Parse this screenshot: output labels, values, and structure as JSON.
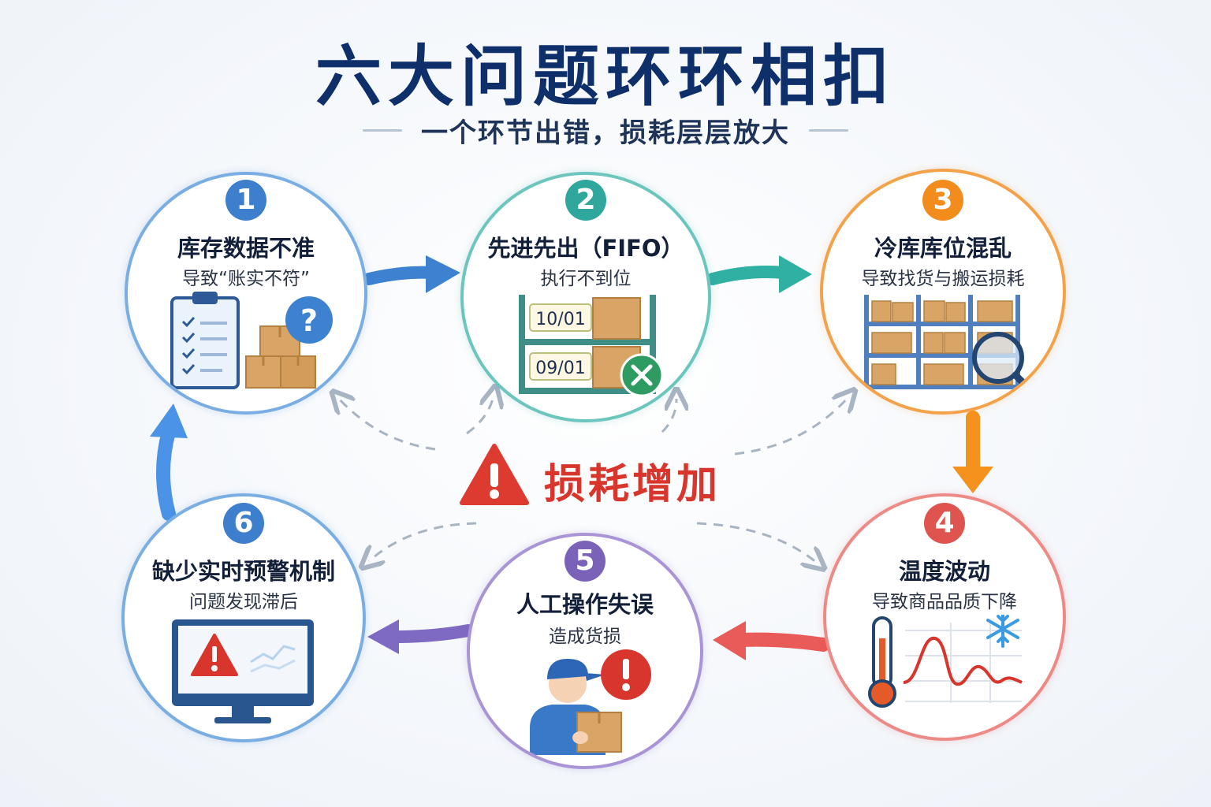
{
  "title": "六大问题环环相扣",
  "subtitle": "一个环节出错，损耗层层放大",
  "center": {
    "label": "损耗增加",
    "icon": "warning-triangle-icon"
  },
  "nodes": [
    {
      "number": "1",
      "title": "库存数据不准",
      "subtitle": "导致“账实不符”",
      "color": "#3d7fcc",
      "icon": "clipboard-boxes-question-icon"
    },
    {
      "number": "2",
      "title": "先进先出（FIFO）",
      "subtitle": "执行不到位",
      "color": "#2fa79c",
      "icon": "shelf-dates-x-icon",
      "labels": [
        "10/01",
        "09/01"
      ]
    },
    {
      "number": "3",
      "title": "冷库库位混乱",
      "subtitle": "导致找货与搬运损耗",
      "color": "#f28c1c",
      "icon": "rack-magnifier-icon"
    },
    {
      "number": "4",
      "title": "温度波动",
      "subtitle": "导致商品品质下降",
      "color": "#e0544f",
      "icon": "thermometer-wave-snowflake-icon"
    },
    {
      "number": "5",
      "title": "人工操作失误",
      "subtitle": "造成货损",
      "color": "#7a62b8",
      "icon": "worker-box-alert-icon"
    },
    {
      "number": "6",
      "title": "缺少实时预警机制",
      "subtitle": "问题发现滞后",
      "color": "#3d7fcc",
      "icon": "monitor-warning-icon"
    }
  ]
}
